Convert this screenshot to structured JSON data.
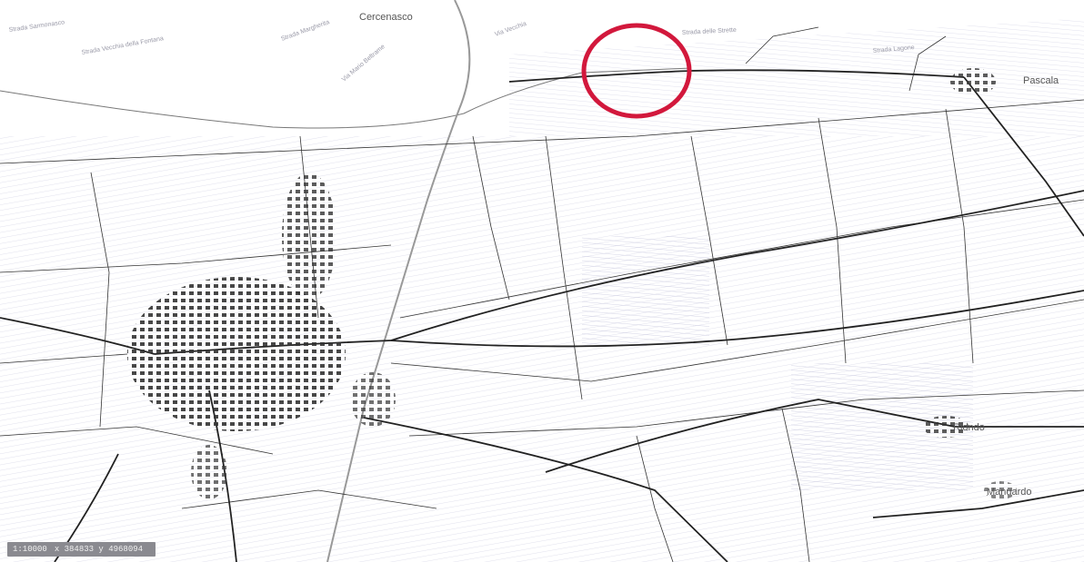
{
  "map": {
    "places": {
      "cercenasco": "Cercenasco",
      "pascala": "Pascala",
      "village_se": "Riondo",
      "manuardo": "Manuardo"
    },
    "streets": {
      "s1": "Strada Sarmonasco",
      "s2": "Strada Vecchia della Fontana",
      "s3": "Strada Margherita",
      "s4": "Via Mario Beltrame",
      "s5": "Via Vecchia",
      "s6": "Strada delle Strette",
      "s7": "Strada Lagone"
    },
    "highlight_color": "#d2183c",
    "road_color": "#222222",
    "parcel_color": "#b9b9d4"
  },
  "status_bar": {
    "scale": "1:10000",
    "coordinates": "x 384833 y 4968094"
  }
}
